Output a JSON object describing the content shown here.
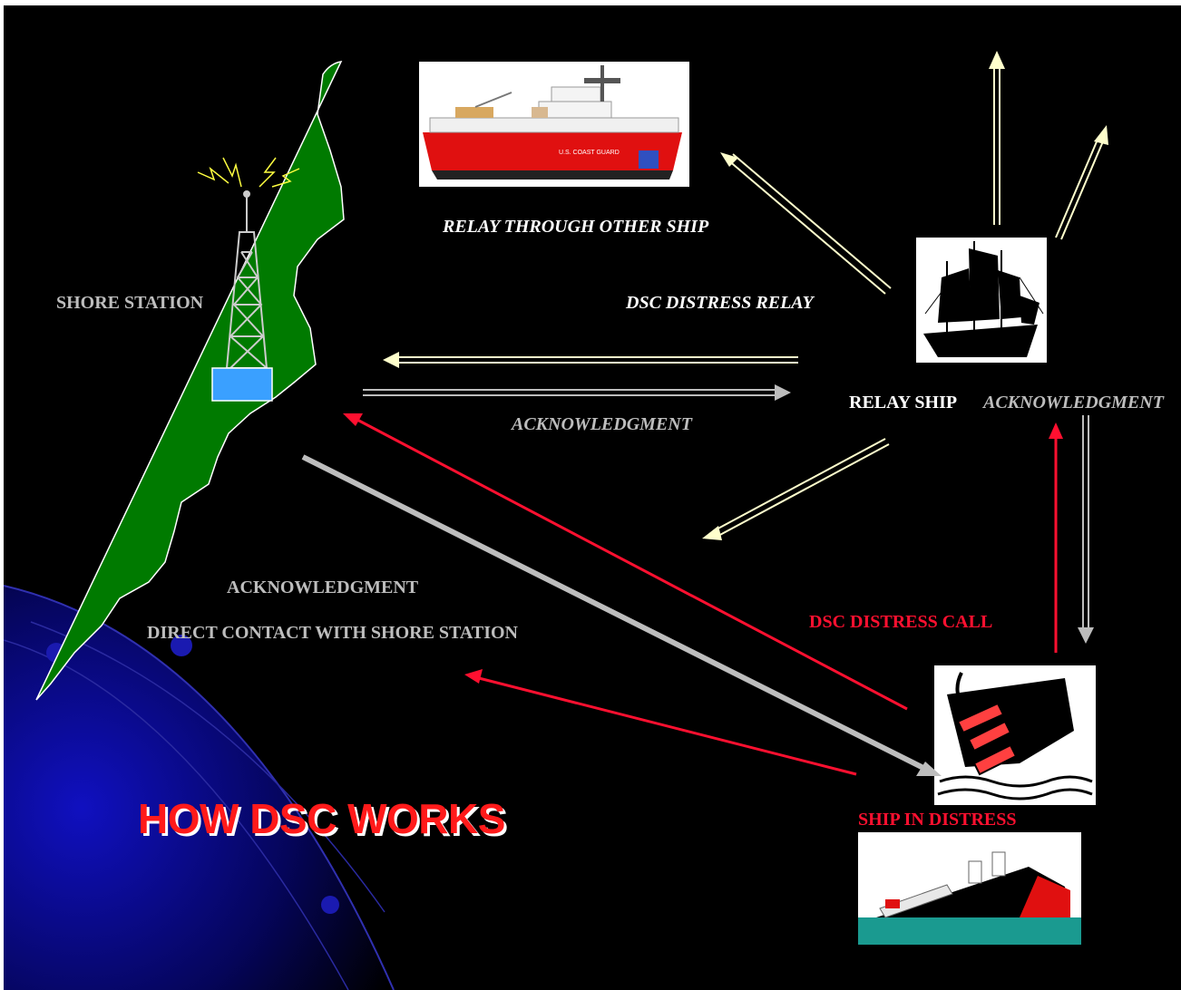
{
  "title": "HOW DSC WORKS",
  "labels": {
    "shore_station": "SHORE STATION",
    "relay_through_other_ship": "RELAY THROUGH OTHER SHIP",
    "dsc_distress_relay": "DSC DISTRESS RELAY",
    "acknowledgment_middle": "ACKNOWLEDGMENT",
    "relay_ship": "RELAY SHIP",
    "acknowledgment_right": "ACKNOWLEDGMENT",
    "acknowledgment_left": "ACKNOWLEDGMENT",
    "direct_contact": "DIRECT CONTACT WITH SHORE STATION",
    "dsc_distress_call": "DSC DISTRESS CALL",
    "ship_in_distress": "SHIP IN DISTRESS"
  },
  "ship_label": "U.S. COAST GUARD",
  "colors": {
    "background": "#000000",
    "land": "#007a00",
    "station_box": "#3aa0ff",
    "distress_arrow": "#ff1030",
    "relay_arrow": "#ffffcc",
    "ack_arrow": "#bdbdbd",
    "title": "#ff1a1a"
  },
  "icons": {
    "shore_station": "radio-tower-icon",
    "other_ship": "icebreaker-ship-icon",
    "relay_ship": "sailing-ship-icon",
    "distress_ship": "sinking-ship-icon"
  }
}
